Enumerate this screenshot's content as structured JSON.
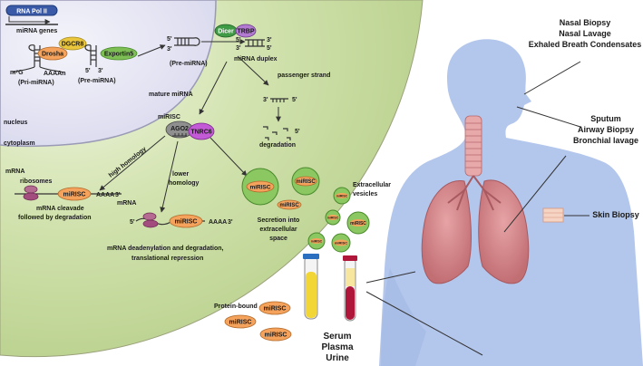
{
  "pathway": {
    "rna_pol": "RNA Pol II",
    "mirna_genes": "miRNA genes",
    "drosha": "Drosha",
    "dgcr8": "DGCR8",
    "exportin5": "Exportin5",
    "m7g": "m⁷G",
    "aaaan": "AAAAn",
    "five_prime": "5'",
    "three_prime": "3'",
    "pri_mirna": "(Pri-miRNA)",
    "pre_mirna": "(Pre-miRNA)",
    "dicer": "Dicer",
    "trbp": "TRBP",
    "mirna_duplex": "miRNA duplex",
    "passenger_strand": "passenger strand",
    "degradation": "degradation",
    "mature_mirna": "mature miRNA",
    "mirisc": "miRISC",
    "ago2": "AGO2",
    "tnrc6": "TNRC6",
    "nucleus": "nucleus",
    "cytoplasm": "cytoplasm",
    "high_homology": "high homology",
    "lower_homology_1": "lower",
    "lower_homology_2": "homology",
    "mrna": "mRNA",
    "ribosomes": "ribosomes",
    "aaaa": "AAAA",
    "cleavage_1": "mRNA cleavade",
    "cleavage_2": "followed by degradation",
    "deadenylation_1": "mRNA deadenylation and degradation,",
    "deadenylation_2": "translational repression",
    "secretion_1": "Secretion into",
    "secretion_2": "extracellular",
    "secretion_3": "space",
    "vesicles_1": "Extracellular",
    "vesicles_2": "vesicles",
    "protein_bound": "Protein-bound"
  },
  "samples": {
    "nasal_1": "Nasal Biopsy",
    "nasal_2": "Nasal Lavage",
    "nasal_3": "Exhaled Breath Condensates",
    "sputum_1": "Sputum",
    "sputum_2": "Airway Biopsy",
    "sputum_3": "Bronchial lavage",
    "skin": "Skin Biopsy",
    "blood_1": "Serum",
    "blood_2": "Plasma",
    "blood_3": "Urine"
  },
  "colors": {
    "cell": "#c7dba3",
    "nucleus": "#e6e6f6",
    "body": "#b3c6ec",
    "lung": "#d88f93",
    "mirisc_fill": "#f5a35c",
    "vesicle": "#7dbf55"
  }
}
